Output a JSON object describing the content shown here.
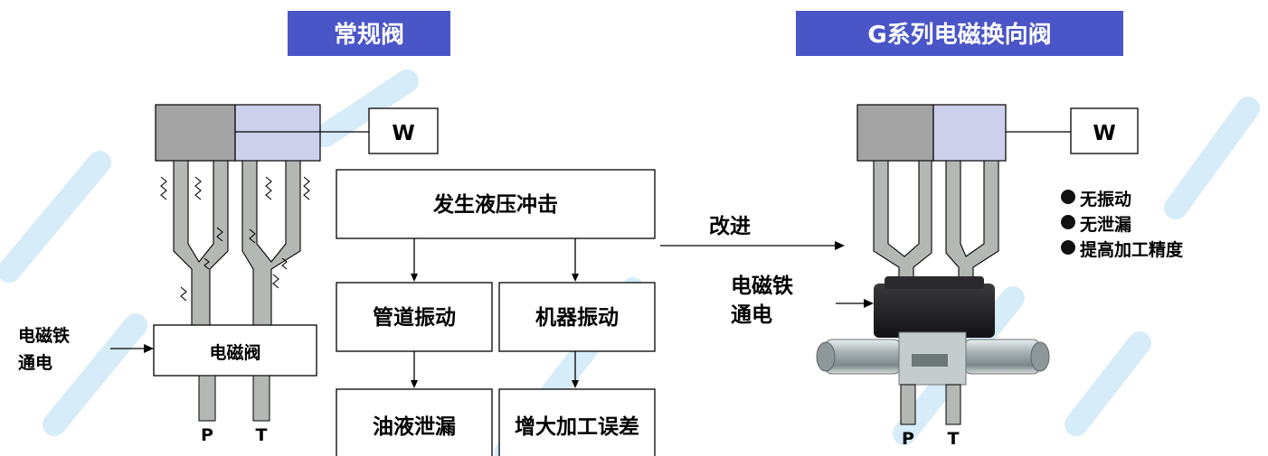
{
  "colors": {
    "header_bg": "#4a55c8",
    "block_dark": "#a3a3a3",
    "block_light": "#ccd0ea",
    "pipe": "#b3b8b5",
    "valve_dark": "#1d1d1f",
    "valve_metal": "#a9b3b6",
    "watermark": "#d6ecf8"
  },
  "left": {
    "title": "常规阀",
    "w": "W",
    "solenoid": "电磁阀",
    "energize": [
      "电磁铁",
      "通电"
    ],
    "p": "P",
    "t": "T"
  },
  "center": {
    "shock": "发生液压冲击",
    "pipe_vibration": "管道振动",
    "machine_vibration": "机器振动",
    "oil_leak": "油液泄漏",
    "error": "增大加工误差",
    "improve": "改进"
  },
  "right": {
    "title": "G系列电磁换向阀",
    "w": "W",
    "energize": [
      "电磁铁",
      "通电"
    ],
    "p": "P",
    "t": "T",
    "benefits": [
      "无振动",
      "无泄漏",
      "提高加工精度"
    ]
  }
}
